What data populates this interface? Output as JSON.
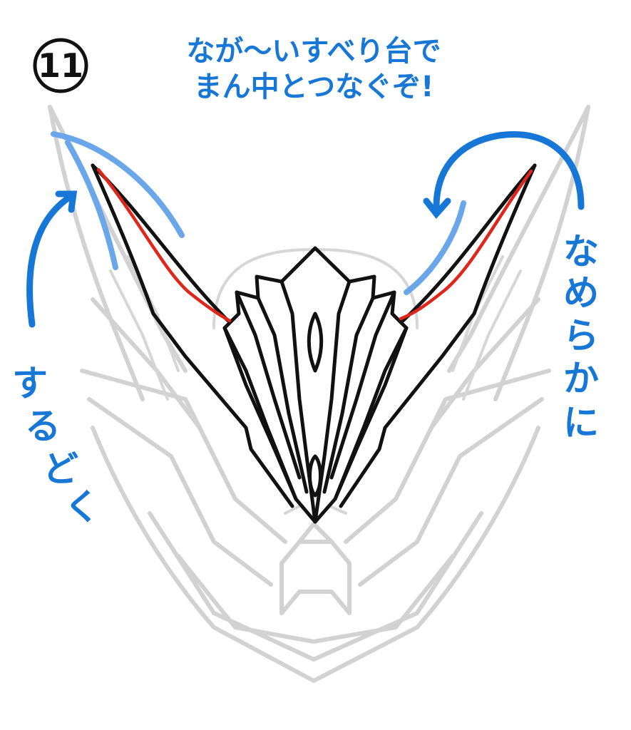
{
  "step_number": "⑪",
  "instruction": {
    "line1": "なが〜いすべり台で",
    "line2": "まん中とつなぐぞ!"
  },
  "left_note": [
    "す",
    "る",
    "ど",
    "く"
  ],
  "right_note": [
    "な",
    "め",
    "ら",
    "か",
    "に"
  ],
  "colors": {
    "annotation_blue": "#1677d6",
    "light_blue": "#6aa6ea",
    "new_line_red": "#e0261b",
    "ink": "#111111",
    "guide_gray": "#d2d2d2"
  },
  "icons": {
    "left_arrow": "curved-up-arrow-icon",
    "right_arrow": "curved-down-arrow-icon"
  }
}
